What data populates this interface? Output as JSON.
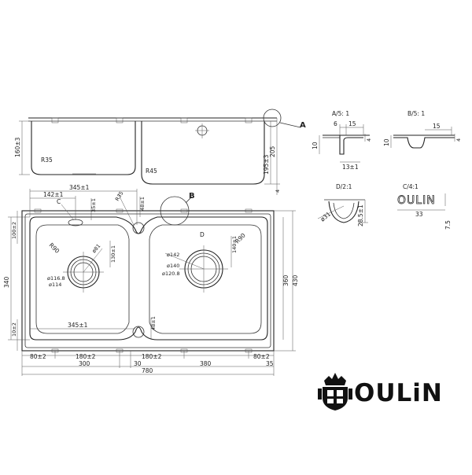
{
  "details": {
    "a": {
      "title": "A/5: 1",
      "d1": "6",
      "d2": "15",
      "d3": "10",
      "d4": "4",
      "d5": "13±1"
    },
    "b": {
      "title": "B/5: 1",
      "d1": "15",
      "d2": "10",
      "d3": "4"
    },
    "d": {
      "title": "D/2:1",
      "d1": "ø31",
      "d2": "28.5±1"
    },
    "c": {
      "title": "C/4:1",
      "logo": "OULIN",
      "d1": "33",
      "d2": "7.5"
    }
  },
  "callouts": {
    "a": "A",
    "b": "B",
    "c": "C",
    "d": "D"
  },
  "side_view": {
    "depth_left": "160±3",
    "depth_right": "195±3",
    "depth_total": "205",
    "deck": "4",
    "radius_left": "R35",
    "radius_right": "R45"
  },
  "top_view": {
    "bowl_width_top": "345±1",
    "bowl_width_bottom": "345±1",
    "drain_offset": "142±1",
    "offset_35": "35±1",
    "overflow_radius": "R35",
    "overflow_offset_top": "48±1",
    "overflow_offset_bottom": "48±1",
    "top_margin": "100±2",
    "bottom_margin": "10±2",
    "corner_left": "R90",
    "corner_right": "R90",
    "drain_left_d": "ø81",
    "drain_left_outer": "ø116.8",
    "drain_left_mid": "ø114",
    "drain_left_h": "130±1",
    "drain_right_outer": "ø142",
    "drain_right_mid": "ø140",
    "drain_right_inner": "ø120.8",
    "drain_right_h": "140±1",
    "height_inner": "340",
    "height_mid": "360",
    "height_total": "430",
    "b_80_left": "80±2",
    "b_180_left": "180±2",
    "b_180_right": "180±2",
    "b_80_right": "80±2",
    "w_300": "300",
    "w_30": "30",
    "w_380": "380",
    "w_35": "35",
    "w_780": "780"
  },
  "brand": {
    "name": "OULiN"
  }
}
